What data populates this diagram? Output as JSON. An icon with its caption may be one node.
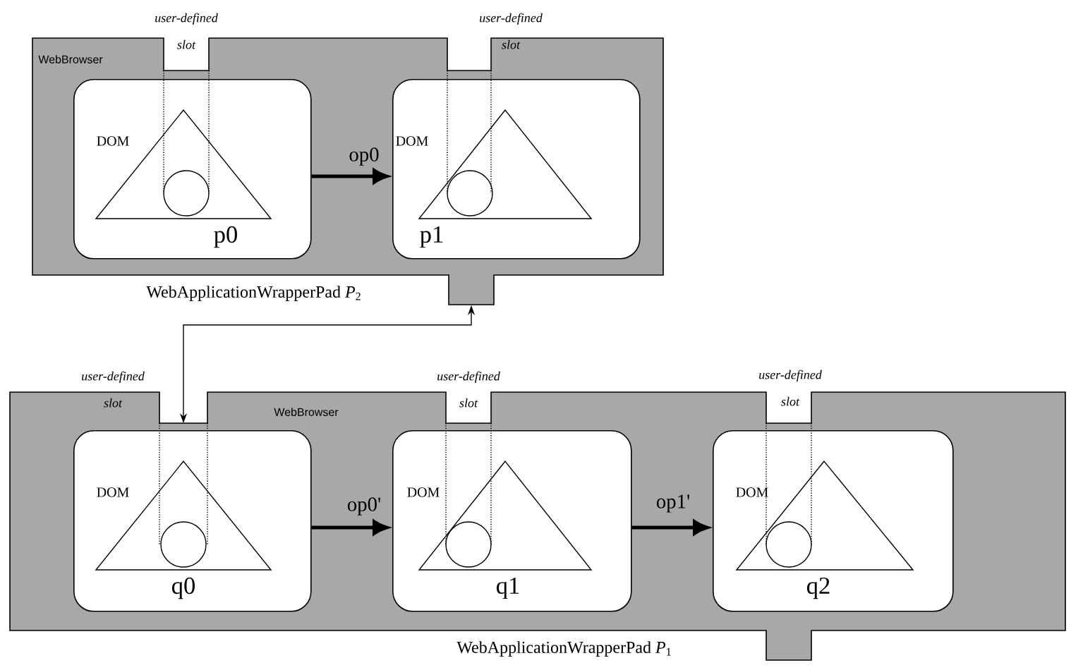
{
  "diagram": {
    "nodes": [
      {
        "text": [
          "WebBrowser"
        ],
        "beside": [
          "WebApplicationWrapperPad *P*$_{2}$"
        ]
      },
      {
        "text": [
          "DOM",
          "p0"
        ],
        "in": 0
      },
      {
        "text": [
          "DOM",
          "p1"
        ],
        "in": 0
      },
      {
        "text": [
          "WebBrowser"
        ],
        "beside": [
          "WebApplicationWrapperPad *P*$_{1}$"
        ]
      },
      {
        "text": [
          "DOM",
          "q0"
        ],
        "in": 3
      },
      {
        "text": [
          "DOM",
          "q1"
        ],
        "in": 3
      },
      {
        "text": [
          "DOM",
          "q2"
        ],
        "in": 3
      }
    ],
    "edges": [
      {
        "from": 1,
        "to": 2,
        "arrow": "to",
        "label": "op0"
      },
      {
        "from": 0,
        "to": 3,
        "arrow": "both"
      },
      {
        "from": 4,
        "to": 5,
        "arrow": "to",
        "label": "op0'"
      },
      {
        "from": 5,
        "to": 6,
        "arrow": "to",
        "label": "op1'"
      }
    ],
    "labels": [
      "user-defined slot",
      "user-defined slot",
      "user-defined slot",
      "user-defined slot",
      "user-defined slot"
    ]
  }
}
